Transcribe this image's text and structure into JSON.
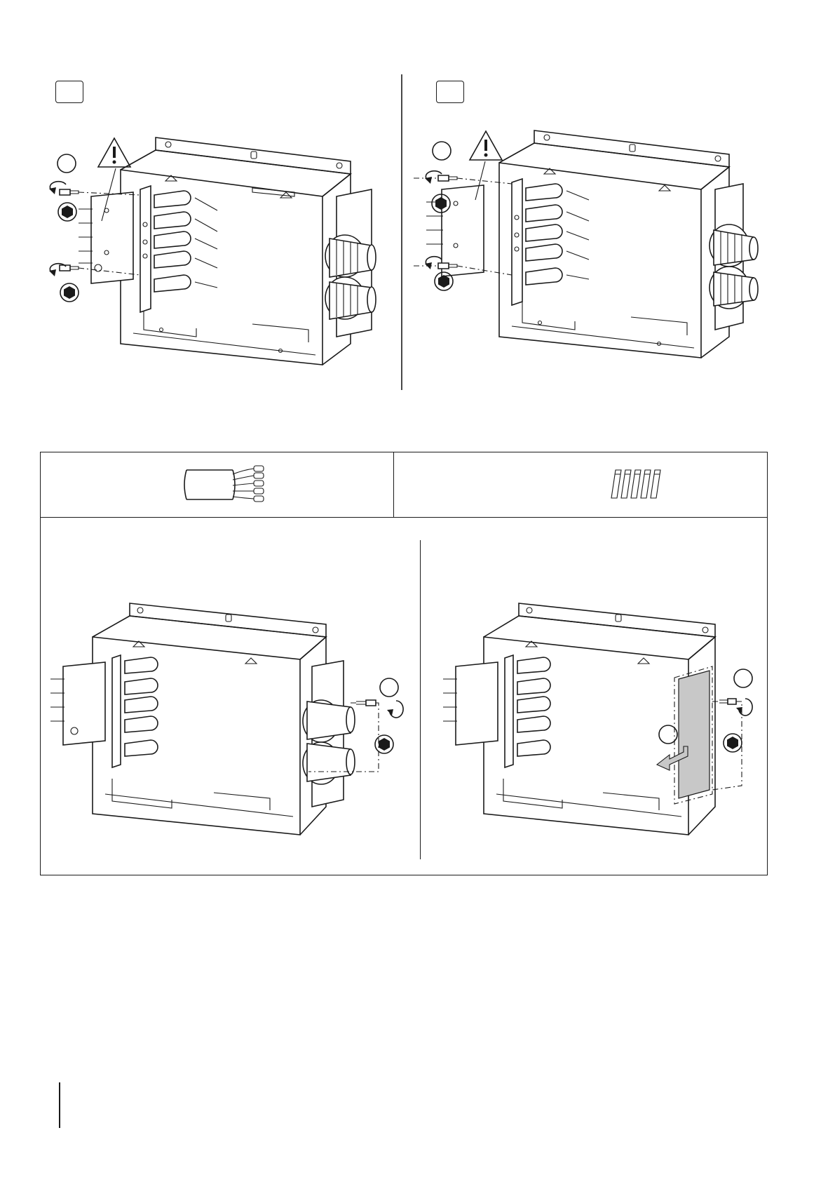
{
  "colors": {
    "ink": "#1a1a1a",
    "paper": "#ffffff",
    "cover_plate": "#c8c8c8"
  },
  "icons": {
    "warning": "warning-triangle-icon",
    "hex_tool": "hex-socket-icon",
    "rotate_ccw": "rotate-counterclockwise-icon",
    "rotate_cw": "rotate-clockwise-icon",
    "cable": "multicore-cable-icon",
    "ferrules": "wire-ferrules-icon",
    "slide_arrow": "slide-out-arrow-icon"
  },
  "figures": [
    {
      "name": "figure-step-a",
      "step_label": ""
    },
    {
      "name": "figure-step-b",
      "step_label": ""
    },
    {
      "name": "figure-step-c",
      "step_label": ""
    },
    {
      "name": "figure-step-d",
      "step_label": ""
    }
  ],
  "parts_table": {
    "left_item": "",
    "right_item": ""
  }
}
